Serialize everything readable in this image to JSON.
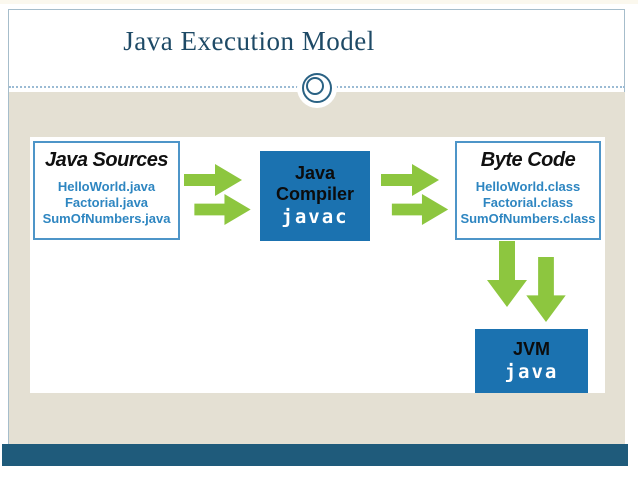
{
  "slide": {
    "title": "Java Execution Model"
  },
  "diagram": {
    "java_sources": {
      "heading": "Java Sources",
      "files": [
        "HelloWorld.java",
        "Factorial.java",
        "SumOfNumbers.java"
      ]
    },
    "compiler": {
      "name_line1": "Java",
      "name_line2": "Compiler",
      "command": "javac"
    },
    "byte_code": {
      "heading": "Byte Code",
      "files": [
        "HelloWorld.class",
        "Factorial.class",
        "SumOfNumbers.class"
      ]
    },
    "jvm": {
      "heading": "JVM",
      "command": "java"
    },
    "arrows": [
      {
        "name": "sources-to-compiler",
        "direction": "right",
        "count": 2
      },
      {
        "name": "compiler-to-bytecode",
        "direction": "right",
        "count": 2
      },
      {
        "name": "bytecode-to-jvm",
        "direction": "down",
        "count": 2
      }
    ]
  },
  "colors": {
    "accent_green": "#8dc63f",
    "box_blue": "#1b72b0",
    "band_teal": "#1f5b7b",
    "title_text": "#1e4a66",
    "file_text": "#2e86c1",
    "box_border": "#4e95c8",
    "frame_border": "#a6bdcb",
    "background_beige": "#e4e0d3"
  }
}
